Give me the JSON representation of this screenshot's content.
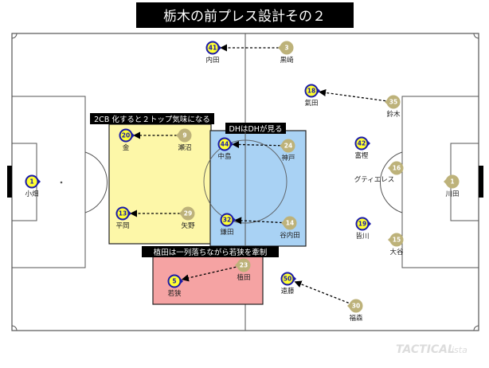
{
  "title": "栃木の前プレス設計その２",
  "watermark": {
    "main": "TACTICAL",
    "suffix": "ista"
  },
  "colors": {
    "home_fill": "#ffff33",
    "home_ring": "#1a1aa8",
    "away_fill": "#bdb27a",
    "away_ring": "#bdb27a",
    "zone_yellow": "#fdf7a8",
    "zone_blue": "#a9d2f4",
    "zone_red": "#f5a3a3"
  },
  "zones": [
    {
      "id": "yellow",
      "label": "2CB 化すると２トップ気味になる"
    },
    {
      "id": "blue",
      "label": "DHはDHが見る"
    },
    {
      "id": "red",
      "label": "植田は一列落ちながら若狭を牽制"
    }
  ],
  "home_players": [
    {
      "id": "h41",
      "num": "41",
      "name": "内田"
    },
    {
      "id": "h18",
      "num": "18",
      "name": "氣田"
    },
    {
      "id": "h20",
      "num": "20",
      "name": "金"
    },
    {
      "id": "h44",
      "num": "44",
      "name": "中島"
    },
    {
      "id": "h42",
      "num": "42",
      "name": "富樫"
    },
    {
      "id": "h1",
      "num": "1",
      "name": "小畑"
    },
    {
      "id": "h13",
      "num": "13",
      "name": "平岡"
    },
    {
      "id": "h32",
      "num": "32",
      "name": "鎌田"
    },
    {
      "id": "h19",
      "num": "19",
      "name": "皆川"
    },
    {
      "id": "h5",
      "num": "5",
      "name": "若狭"
    },
    {
      "id": "h50",
      "num": "50",
      "name": "遠藤"
    }
  ],
  "away_players": [
    {
      "id": "a3",
      "num": "3",
      "name": "黒崎"
    },
    {
      "id": "a35",
      "num": "35",
      "name": "鈴木"
    },
    {
      "id": "a9",
      "num": "9",
      "name": "瀬沼"
    },
    {
      "id": "a24",
      "num": "24",
      "name": "神戸"
    },
    {
      "id": "a16",
      "num": "16",
      "name": "グティエレス"
    },
    {
      "id": "a1",
      "num": "1",
      "name": "川田"
    },
    {
      "id": "a29",
      "num": "29",
      "name": "矢野"
    },
    {
      "id": "a14",
      "num": "14",
      "name": "谷内田"
    },
    {
      "id": "a15",
      "num": "15",
      "name": "大谷"
    },
    {
      "id": "a23",
      "num": "23",
      "name": "植田"
    },
    {
      "id": "a30",
      "num": "30",
      "name": "福森"
    }
  ],
  "arrows": [
    {
      "from": "a3",
      "to": "h41"
    },
    {
      "from": "a35",
      "to": "h18"
    },
    {
      "from": "a9",
      "to": "h20"
    },
    {
      "from": "a24",
      "to": "h44"
    },
    {
      "from": "a29",
      "to": "h13"
    },
    {
      "from": "a14",
      "to": "h32"
    },
    {
      "from": "a23",
      "to": "h5"
    },
    {
      "from": "a30",
      "to": "h50"
    }
  ]
}
